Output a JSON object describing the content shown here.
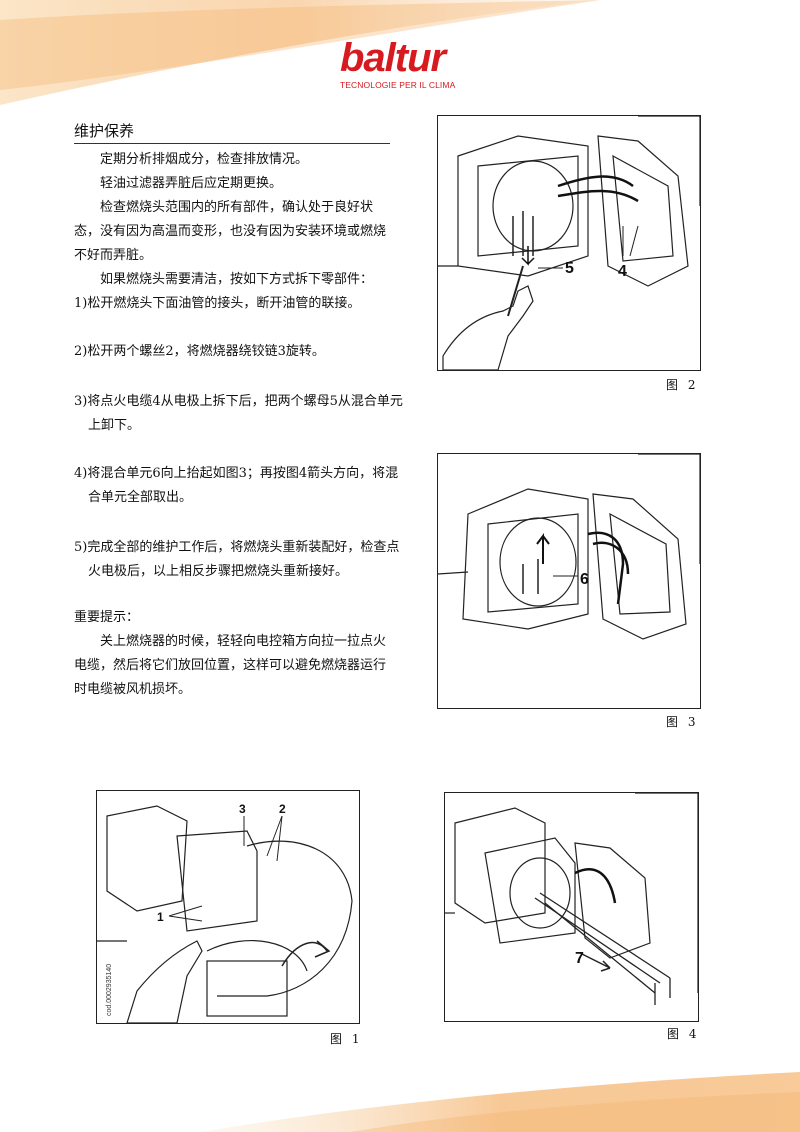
{
  "brand": {
    "logo_text": "baltur",
    "tagline": "TECNOLOGIE PER IL CLIMA",
    "color": "#d61a1f"
  },
  "section": {
    "title": "维护保养",
    "paragraphs": [
      "定期分析排烟成分，检查排放情况。",
      "轻油过滤器弄脏后应定期更换。",
      "检查燃烧头范围内的所有部件，确认处于良好状态，没有因为高温而变形，也没有因为安装环境或燃烧不好而弄脏。",
      "如果燃烧头需要清洁，按如下方式拆下零部件："
    ],
    "steps": [
      "1)松开燃烧头下面油管的接头，断开油管的联接。",
      "2)松开两个螺丝2，将燃烧器绕铰链3旋转。",
      "3)将点火电缆4从电极上拆下后，把两个螺母5从混合单元上卸下。",
      "4)将混合单元6向上抬起如图3；再按图4箭头方向，将混合单元全部取出。",
      "5)完成全部的维护工作后，将燃烧头重新装配好，检查点火电极后，以上相反步骤把燃烧头重新接好。"
    ],
    "note_title": "重要提示：",
    "note_text": "关上燃烧器的时候，轻轻向电控箱方向拉一拉点火电缆，然后将它们放回位置，这样可以避免燃烧器运行时电缆被风机损坏。"
  },
  "figures": {
    "fig2": {
      "caption": "图 2",
      "labels": [
        "5",
        "4"
      ]
    },
    "fig3": {
      "caption": "图 3",
      "labels": [
        "6"
      ]
    },
    "fig1": {
      "caption": "图 1",
      "labels": [
        "3",
        "2",
        "1"
      ],
      "code": "cod.0002935140"
    },
    "fig4": {
      "caption": "图 4",
      "labels": [
        "7"
      ]
    }
  },
  "colors": {
    "swoosh": "#f4b26a",
    "swoosh_light": "#fbe3c2"
  }
}
